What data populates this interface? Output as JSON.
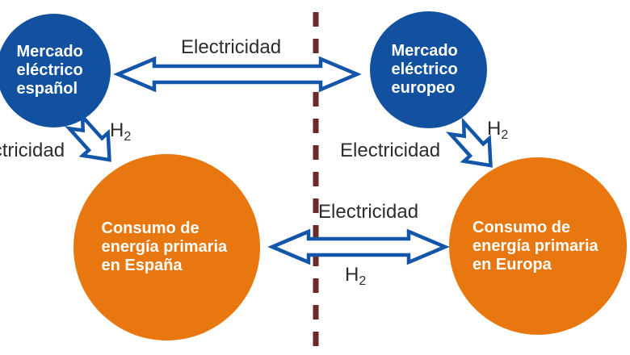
{
  "nodes": {
    "spanish_market": {
      "label": "Mercado eléctrico español"
    },
    "european_market": {
      "label": "Mercado eléctrico europeo"
    },
    "spanish_consumption": {
      "label": "Consumo de energía primaria en España"
    },
    "european_consumption": {
      "label": "Consumo de energía primaria en Europa"
    }
  },
  "flows": {
    "electricity_label": "Electricidad",
    "hydrogen_label": {
      "base": "H",
      "sub": "2"
    }
  },
  "colors": {
    "market_blue": "#11519f",
    "consumption_orange": "#e7770e",
    "arrow_blue": "#1355a8",
    "border_maroon": "#6b2929",
    "label_text": "#2d2d2d"
  }
}
